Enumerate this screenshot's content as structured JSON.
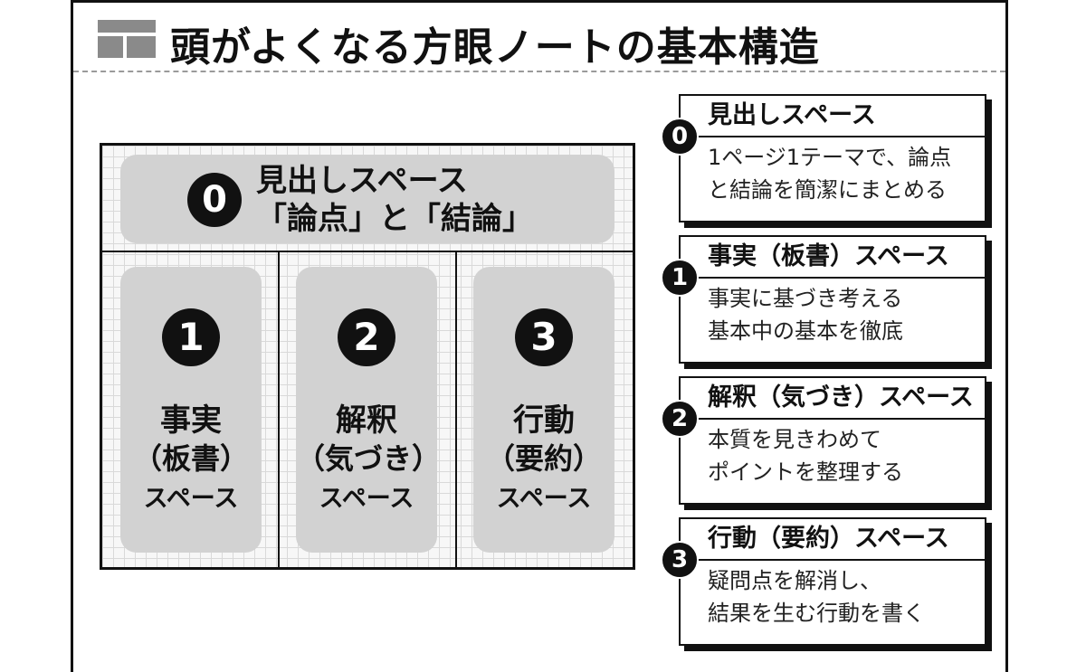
{
  "title": "頭がよくなる方眼ノートの基本構造",
  "colors": {
    "ink": "#111111",
    "panel": "#d2d2d2",
    "grid": "#d9d9d9",
    "icon": "#8a8a8a"
  },
  "diagram": {
    "header": {
      "number": "0",
      "line1": "見出しスペース",
      "line2": "「論点」と「結論」"
    },
    "columns": [
      {
        "number": "1",
        "name": "事実",
        "sub": "（板書）",
        "space": "スペース"
      },
      {
        "number": "2",
        "name": "解釈",
        "sub": "（気づき）",
        "space": "スペース"
      },
      {
        "number": "3",
        "name": "行動",
        "sub": "（要約）",
        "space": "スペース"
      }
    ]
  },
  "legend": [
    {
      "number": "0",
      "title": "見出しスペース",
      "line1": "1ページ1テーマで、論点",
      "line2": "と結論を簡潔にまとめる"
    },
    {
      "number": "1",
      "title": "事実（板書）スペース",
      "line1": "事実に基づき考える",
      "line2": "基本中の基本を徹底"
    },
    {
      "number": "2",
      "title": "解釈（気づき）スペース",
      "line1": "本質を見きわめて",
      "line2": "ポイントを整理する"
    },
    {
      "number": "3",
      "title": "行動（要約）スペース",
      "line1": "疑問点を解消し、",
      "line2": "結果を生む行動を書く"
    }
  ]
}
